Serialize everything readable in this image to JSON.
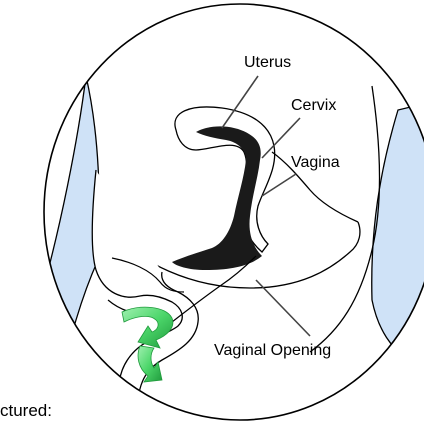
{
  "diagram": {
    "labels": {
      "uterus": "Uterus",
      "cervix": "Cervix",
      "vagina": "Vagina",
      "vaginal_opening": "Vaginal Opening"
    },
    "caption_fragment": "ctured:",
    "colors": {
      "outline": "#000000",
      "skin_fill": "#ffffff",
      "side_fill": "#cfe2f7",
      "canal_fill": "#1a1a1a",
      "arrow_green": "#4cd66a",
      "arrow_green_dark": "#1f9a3c",
      "leader_line": "#444444"
    },
    "icons": [
      "rotation-arrow-icon"
    ]
  }
}
